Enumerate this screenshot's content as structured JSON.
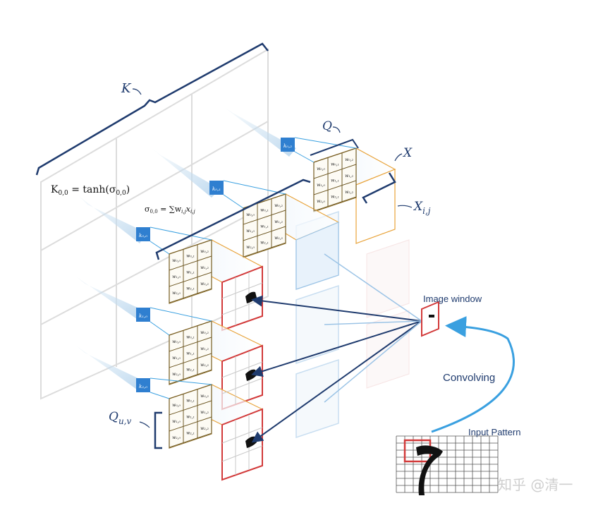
{
  "labels": {
    "K": "K",
    "K00_formula": "K",
    "K00_sub": "0,0",
    "K00_rhs": " = tanh(σ",
    "K00_rhs_sub": "0,0",
    "K00_close": ")",
    "sigma_formula": "σ",
    "sigma_sub": "0,0",
    "sigma_rhs": " = ∑w",
    "sigma_w_sub": "i,j",
    "sigma_x": "x",
    "sigma_x_sub": "i,j",
    "Q": "Q",
    "X": "X",
    "Xij": "X",
    "Xij_sub": "i,j",
    "Quv": "Q",
    "Quv_sub": "u,v",
    "image_window": "Image window",
    "convolving": "Convolving",
    "input_pattern": "Input Pattern",
    "watermark": "知乎 @清一"
  },
  "kernel_labels": [
    "k₀,₀",
    "k₀,₁",
    "k₀,₂",
    "k₁,₀",
    "k₂,₀"
  ],
  "weights": [
    "w₀,₀",
    "w₀,₁",
    "w₀,₂",
    "w₁,₀",
    "w₁,₁",
    "w₁,₂",
    "w₂,₀",
    "w₂,₁",
    "w₂,₂"
  ],
  "colors": {
    "navy": "#1f3b6e",
    "kernel_blue": "#2f7fd0",
    "beam": "#cfe3f1",
    "accent_blue": "#3aa0e0",
    "window_red": "#d23a3a",
    "orange_frame": "#e8a33a",
    "grid_gray": "#d8d8d8"
  }
}
